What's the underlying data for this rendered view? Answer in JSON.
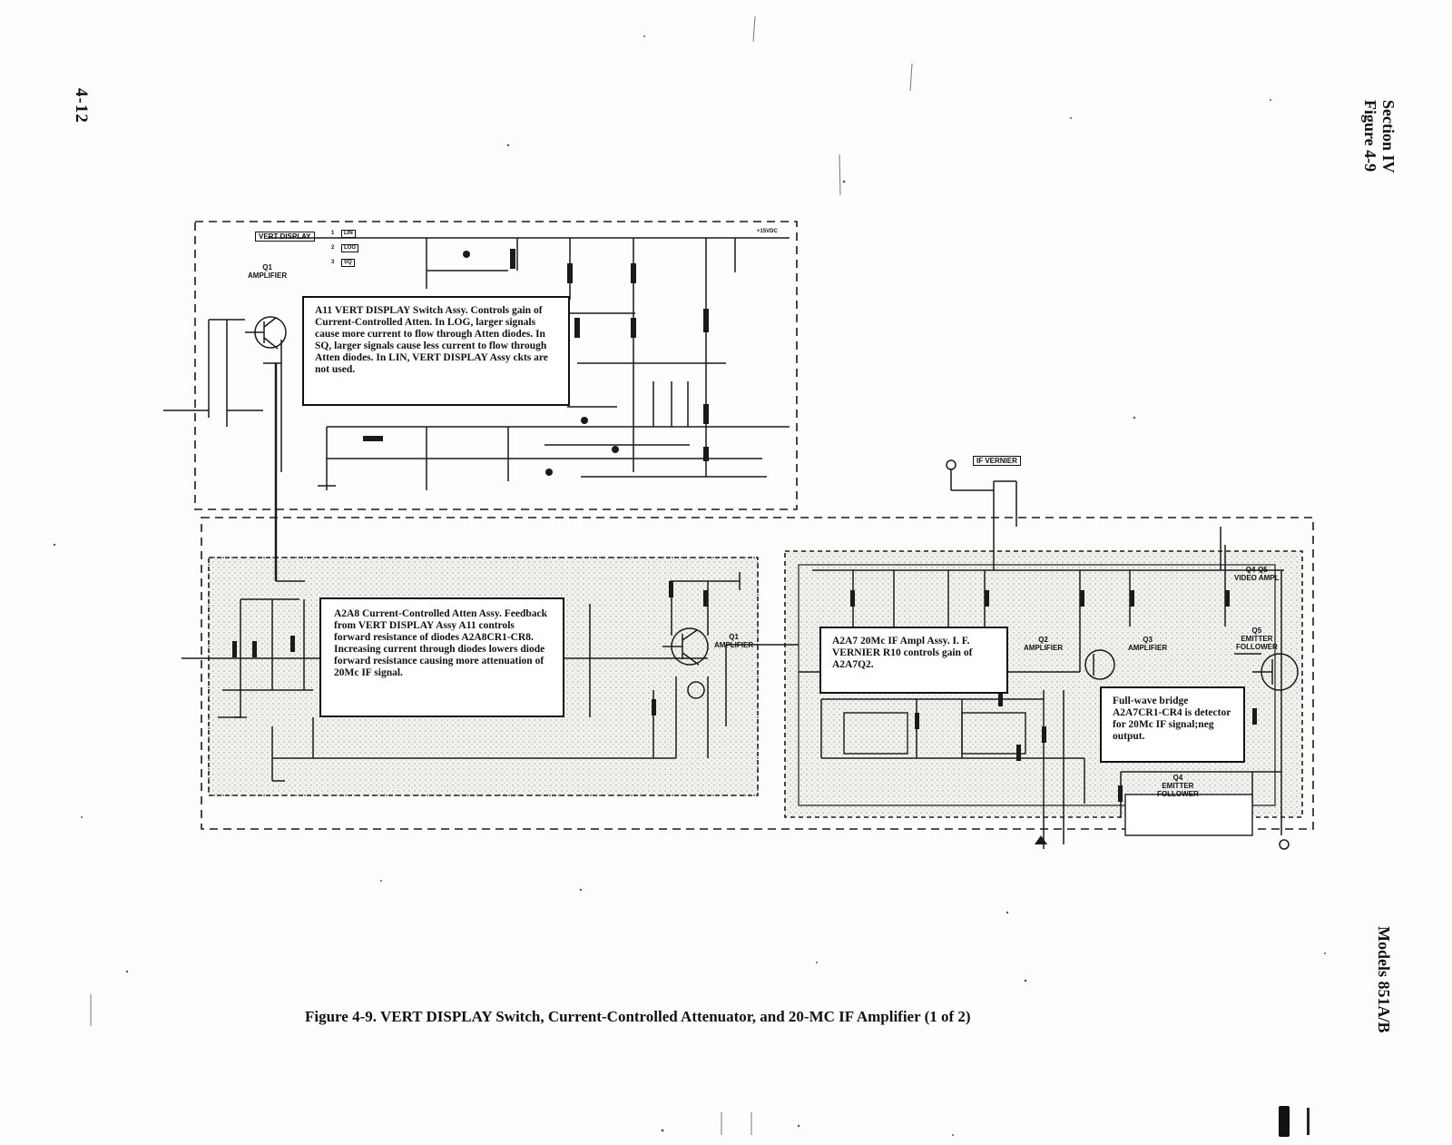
{
  "page": {
    "page_number": "4-12",
    "section_header": [
      "Section IV",
      "Figure 4-9"
    ],
    "models": "Models 851A/B",
    "caption": "Figure 4-9.  VERT DISPLAY Switch,  Current-Controlled Attenuator,  and 20-MC IF Amplifier (1 of 2)"
  },
  "callouts": {
    "a11": "A11 VERT DISPLAY Switch Assy. Controls gain of Current-Controlled Atten. In LOG, larger signals cause more current to flow through Atten diodes. In SQ, larger signals cause less current to flow through Atten diodes. In LIN, VERT DISPLAY Assy ckts are not used.",
    "a2a8": "A2A8 Current-Controlled Atten Assy. Feedback from VERT DISPLAY Assy A11 controls forward resistance of diodes A2A8CR1-CR8. Increasing current through diodes lowers diode forward resistance causing more attenuation of 20Mc IF signal.",
    "a2a7": "A2A7 20Mc IF Ampl Assy. I. F. VERNIER R10 controls gain of A2A7Q2.",
    "bridge": "Full-wave bridge A2A7CR1-CR4 is detector for 20Mc IF signal;neg output."
  },
  "labels": {
    "q1_amp": "Q1\nAMPLIFIER",
    "vert_display": "VERT DISPLAY",
    "if_vernier": "IF VERNIER",
    "q1_a2a8": "Q1\nAMPLIFIER",
    "q2": "Q2\nAMPLIFIER",
    "q3": "Q3\nAMPLIFIER",
    "q5": "Q5\nEMITTER\nFOLLOWER",
    "q4": "Q4\nEMITTER\nFOLLOWER",
    "q4q5": "Q4-Q5\nVIDEO AMPL",
    "sw_pos": [
      "1",
      "2",
      "3"
    ],
    "sw_names": [
      "LIN",
      "LOG",
      "SQ"
    ],
    "plus15vdc": "+15VDC"
  }
}
